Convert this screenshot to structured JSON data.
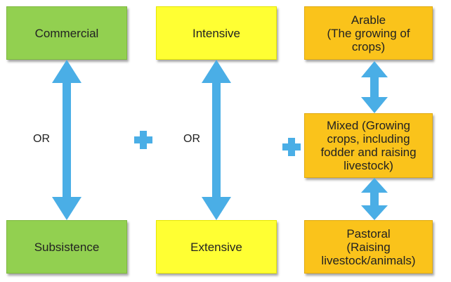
{
  "columns": {
    "market": {
      "top": "Commercial",
      "bottom": "Subsistence",
      "connector": "OR"
    },
    "intensity": {
      "top": "Intensive",
      "bottom": "Extensive",
      "connector": "OR"
    },
    "type": {
      "top": "Arable\n(The growing of\ncrops)",
      "middle": "Mixed (Growing\ncrops, including\nfodder and raising\nlivestock)",
      "bottom": "Pastoral\n(Raising\nlivestock/animals)"
    }
  },
  "colors": {
    "green": "#92d050",
    "yellow": "#ffff33",
    "orange": "#fac31b",
    "arrow": "#4aaee6",
    "plus": "#4aaee6"
  },
  "icons": [
    "plus-icon",
    "double-arrow-icon"
  ]
}
